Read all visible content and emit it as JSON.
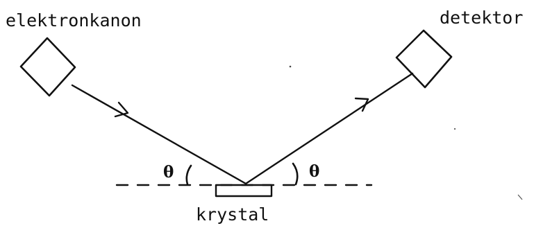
{
  "labels": {
    "electron_gun": "elektronkanon",
    "detector": "detektor",
    "crystal": "krystal",
    "angle_left": "θ",
    "angle_right": "θ"
  }
}
